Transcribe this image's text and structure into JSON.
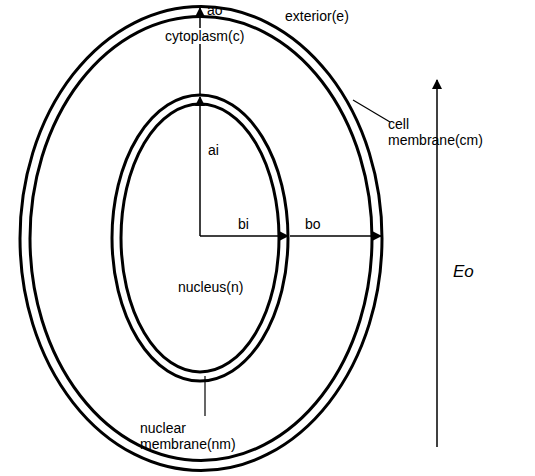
{
  "diagram": {
    "nodes": [
      {
        "text": [
          "cytoplasm(c)"
        ]
      },
      {
        "text": [
          "nucleus(n)"
        ],
        "in": 0
      }
    ],
    "labels": [
      "exterior(e)",
      "ao",
      "ai",
      "bi",
      "bo",
      "cell membrane(cm)",
      "nuclear membrane(nm)",
      "Eo"
    ]
  }
}
